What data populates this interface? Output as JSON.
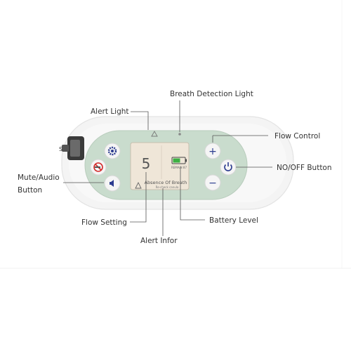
{
  "labels": {
    "breath_detection_light": "Breath Detection Light",
    "alert_light": "Alert Light",
    "flow_control": "Flow Control",
    "power_button": "NO/OFF Button",
    "mute_audio_line1": "Mute/Audio",
    "mute_audio_line2": "Button",
    "flow_setting": "Flow Setting",
    "battery_level": "Battery Level",
    "alert_infor": "Alert Infor"
  },
  "screen": {
    "flow_value": "5",
    "alert_text": "Absence Of Breath",
    "alert_subtext": "Re-check canula",
    "battery_small_text": "REMAIN 87"
  },
  "buttons": {
    "plus_symbol": "+",
    "minus_symbol": "−"
  },
  "colors": {
    "battery_fill": "#3cb043",
    "button_blue": "#2b3b8f",
    "screen_bg": "#efe6d8",
    "panel_bg": "#c9dccd",
    "device_body": "#f3f3f3"
  }
}
